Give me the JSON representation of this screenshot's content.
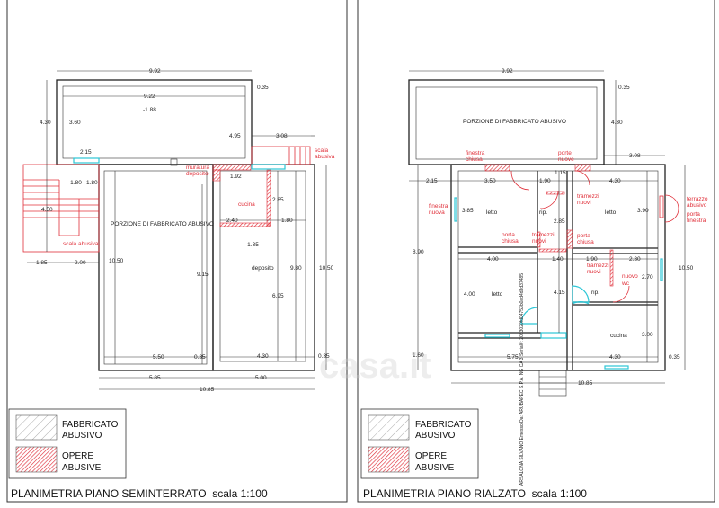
{
  "left_plan": {
    "title": "PLANIMETRIA PIANO SEMINTERRATO  scala 1:100",
    "labels": [
      "9.92",
      "9.22",
      "-1.88",
      "4.30",
      "3.60",
      "4.95",
      "3.08",
      "0.35",
      "2.15",
      "scala",
      "abusiva",
      "muratura",
      "deposito",
      "1.92",
      "-1.80",
      "1.80",
      "cucina",
      "2.85",
      "4.50",
      "2.40",
      "1.80",
      "PORZIONE DI FABBRICATO ABUSIVO",
      "scala abusiva",
      "-1.35",
      "1.85",
      "2.00",
      "10.50",
      "deposito",
      "9.80",
      "10.50",
      "9.15",
      "6.95",
      "5.50",
      "0.35",
      "4.30",
      "0.35",
      "5.85",
      "5.00",
      "10.85"
    ]
  },
  "right_plan": {
    "title": "PLANIMETRIA PIANO RIALZATO  scala 1:100",
    "labels": [
      "9.92",
      "PORZIONE DI FABBRICATO ABUSIVO",
      "0.35",
      "4.30",
      "3.08",
      "finestra",
      "chiusa",
      "porte",
      "nuove",
      "2.15",
      "3.50",
      "1.90",
      "4.30",
      "1.15",
      "tramezzi",
      "nuovi",
      "finestra",
      "nuova",
      "3.85",
      "letto",
      "rip.",
      "letto",
      "3.90",
      "terrazzo",
      "abusivo",
      "porta",
      "finestra",
      "2.85",
      "porta",
      "chiusa",
      "tramezzi",
      "nuovi",
      "porta",
      "chiusa",
      "8.90",
      "4.00",
      "1.40",
      "1.90",
      "2.30",
      "tramezzi",
      "nuovi",
      "nuovo",
      "wc",
      "2.70",
      "10.50",
      "4.00",
      "letto",
      "4.15",
      "rip.",
      "cucina",
      "3.00",
      "1.60",
      "5.75",
      "4.30",
      "0.35",
      "10.85"
    ],
    "signature_strip": "ARSALONA SILVANO Emesso Da: ARUBAPEC S.P.A. NG CA 3 Serial#: 2063020fd04753b0ad4d3d37485"
  },
  "legend": {
    "item1_line1": "FABBRICATO",
    "item1_line2": "ABUSIVO",
    "item2_line1": "OPERE",
    "item2_line2": "ABUSIVE"
  },
  "watermark": "casa.it",
  "colors": {
    "abusive_works": "#e0303a",
    "windows": "#2cc6d6",
    "hatch": "#888888"
  }
}
